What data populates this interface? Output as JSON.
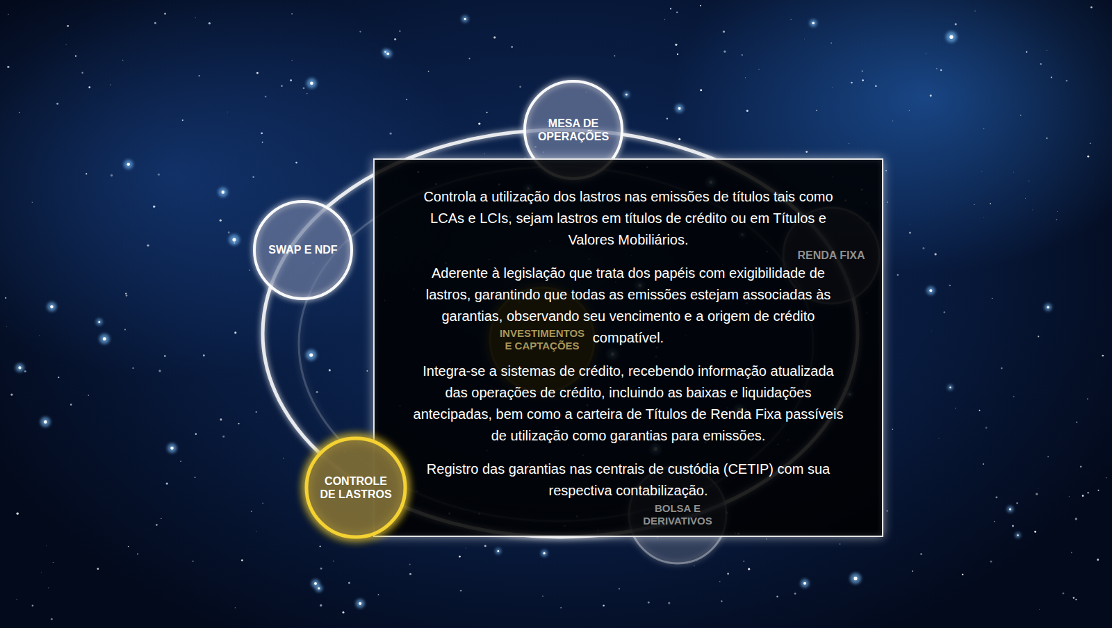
{
  "diagram": {
    "nodes": [
      {
        "text": [
          "MESA DE OPERAÇÕES"
        ]
      },
      {
        "text": [
          "Controla a utilização dos lastros nas emissões de títulos tais como LCAs e LCIs, sejam lastros em títulos de crédito ou em Títulos e Valores Mobiliários.",
          "Aderente à legislação que trata dos papéis com exigibilidade de lastros, garantindo que todas as emissões estejam associadas às garantias, observando seu vencimento e a origem de crédito compatível.",
          "Integra-se a sistemas de crédito, recebendo informação atualizada das operações de crédito, incluindo as baixas e liquidações antecipadas, bem como a carteira de Títulos de Renda Fixa passíveis de utilização como garantias para emissões.",
          "Registro das garantias nas centrais de custódia (CETIP) com sua respectiva contabilização."
        ]
      },
      {
        "text": [
          "SWAP E NDF"
        ]
      },
      {
        "text": [
          "RENDA FIXA"
        ]
      },
      {
        "text": [
          "INVESTIMENTOS E CAPTAÇÕES"
        ]
      },
      {
        "text": [
          "CONTROLE DE LASTROS"
        ]
      },
      {
        "text": [
          "BOLSA E DERIVATIVOS"
        ]
      }
    ]
  }
}
